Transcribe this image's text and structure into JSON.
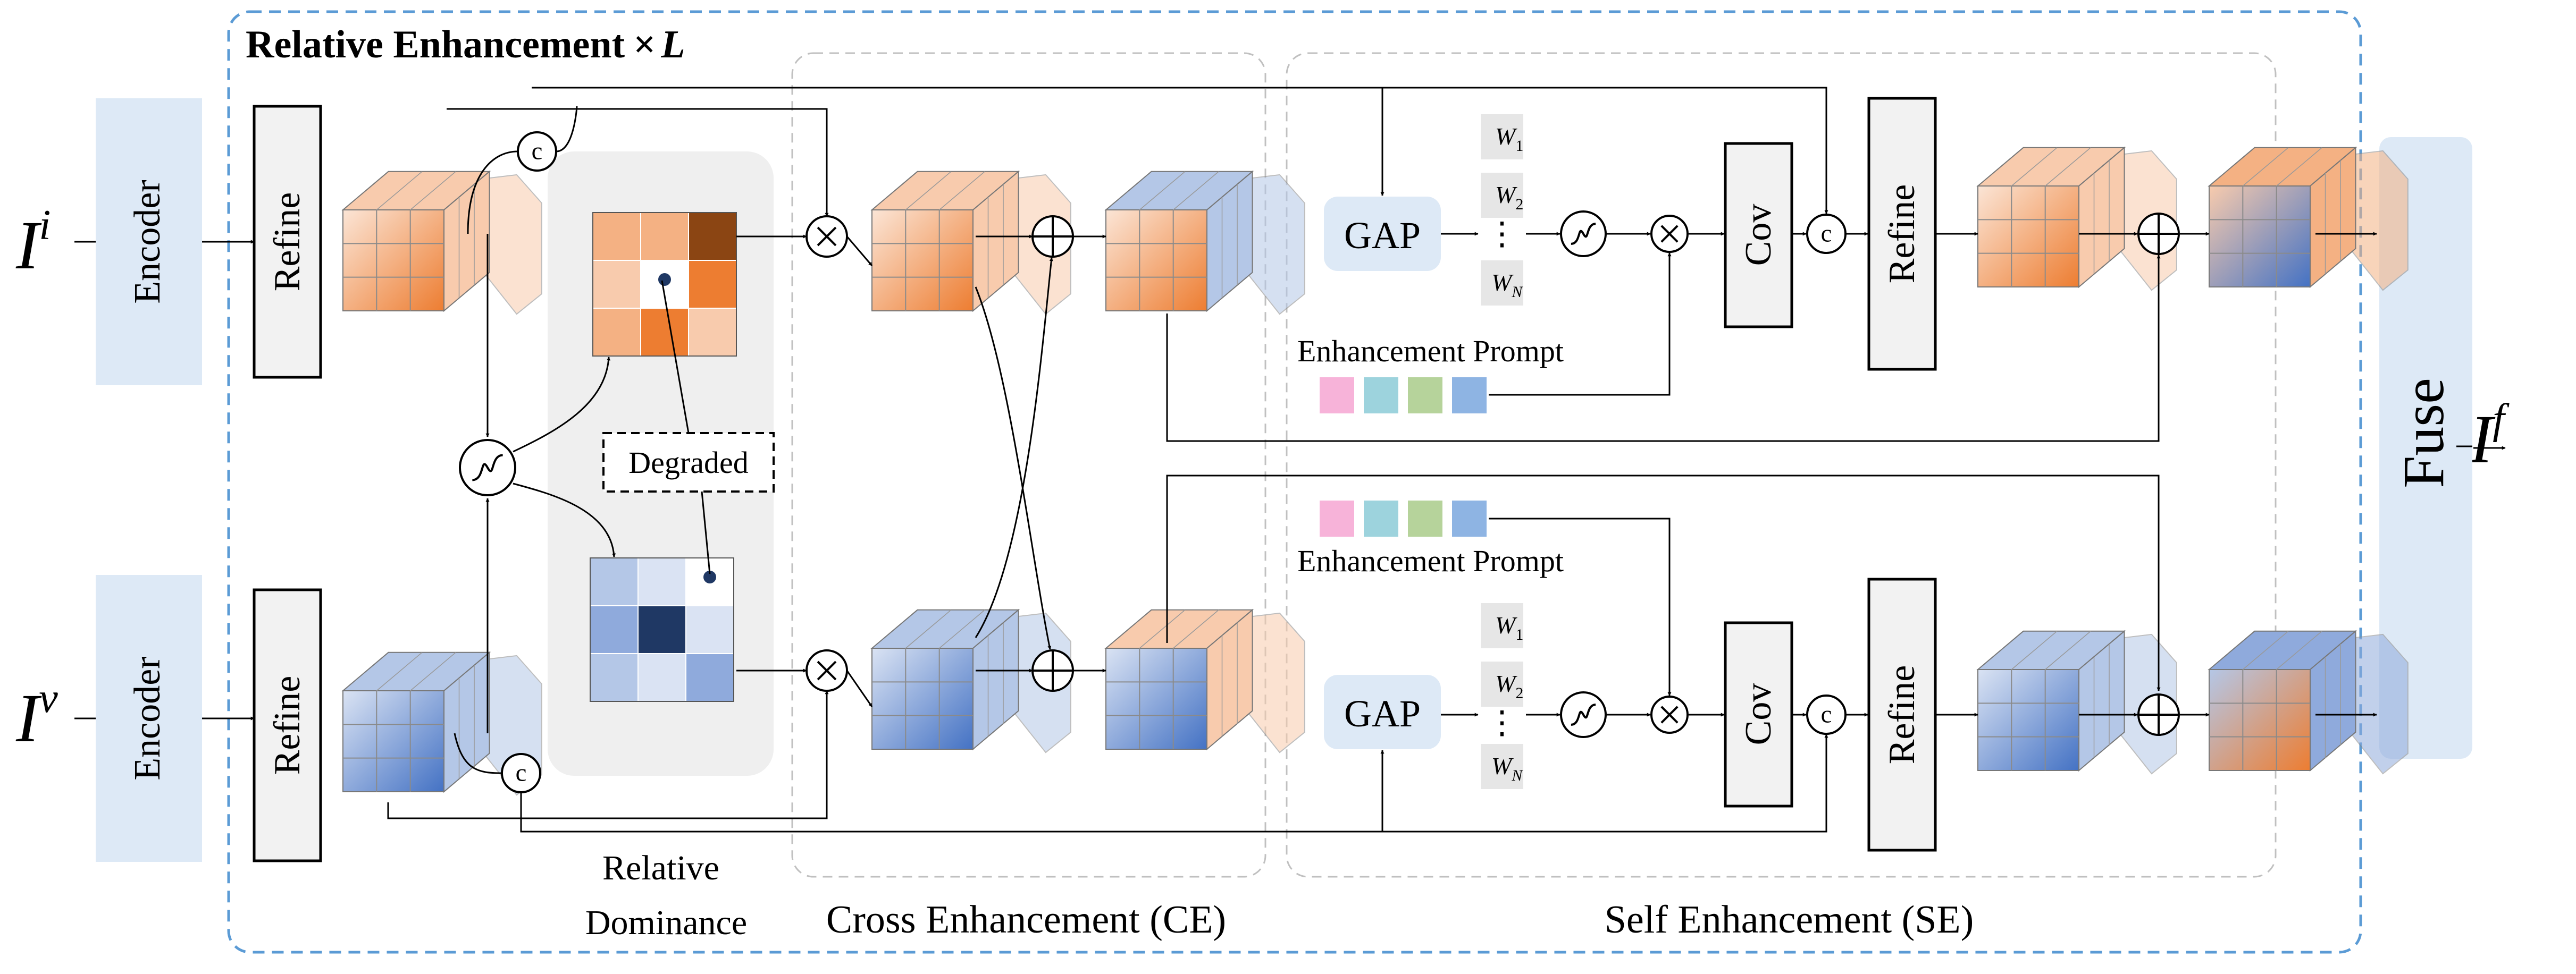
{
  "title": {
    "main": "Relative Enhancement",
    "times": "×",
    "L": "L"
  },
  "inputs": {
    "infrared": {
      "base": "I",
      "sup": "i"
    },
    "visible": {
      "base": "I",
      "sup": "v"
    },
    "output": {
      "base": "I",
      "sup": "f"
    }
  },
  "blocks": {
    "encoder": "Encoder",
    "refine": "Refine",
    "gap": "GAP",
    "cov": "Cov",
    "fuse": "Fuse",
    "concat": "c",
    "degraded": "Degraded",
    "enhancement_prompt": "Enhancement Prompt"
  },
  "weights": {
    "w1": {
      "base": "W",
      "sub": "1"
    },
    "w2": {
      "base": "W",
      "sub": "2"
    },
    "wn": {
      "base": "W",
      "sub": "N"
    },
    "dots": "⋮"
  },
  "sections": {
    "rd_line1": "Relative",
    "rd_line2": "Dominance",
    "ce": "Cross Enhancement (CE)",
    "se": "Self Enhancement (SE)"
  },
  "colors": {
    "block_fill": "#dde9f6",
    "refine_fill": "#f2f2f2",
    "dashed_border": "#5b9bd5",
    "orange_dark": "#8b4513",
    "orange_mid": "#ed7d31",
    "orange_light": "#f4b183",
    "orange_pale": "#f8cbad",
    "blue_dark": "#1f3864",
    "blue_mid": "#8faadc",
    "blue_light": "#b4c7e7",
    "blue_pale": "#dae3f3",
    "prompt_pink": "#f7b3d9",
    "prompt_cyan": "#9dd3dd",
    "prompt_green": "#b6d39b",
    "prompt_blue": "#8eb4e3"
  }
}
